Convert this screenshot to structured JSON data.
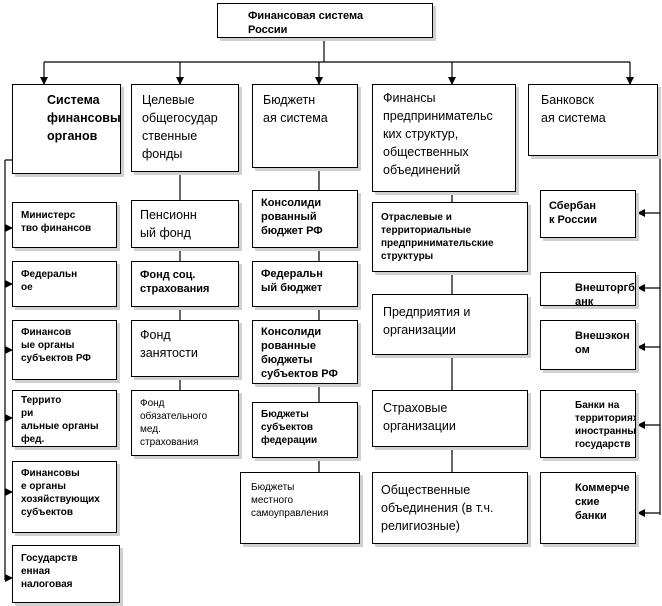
{
  "root": "Финансовая система\nРоссии",
  "col1": {
    "header": "Система\nфинансовых\nорганов",
    "items": [
      "Министерс\nтво финансов",
      "Федеральн\nое",
      "Финансов\nые органы\nсубъектов РФ",
      "Террито\nри\nальные органы\nфед.",
      "Финансовы\nе органы\nхозяйствующих\nсубъектов",
      "Государств\nенная\nналоговая"
    ]
  },
  "col2": {
    "header": "Целевые\nобщегосудар\nственные\nфонды",
    "items": [
      "Пенсионн\nый фонд",
      "Фонд соц.\nстрахования",
      "Фонд\nзанятости",
      "Фонд\nобязательного\nмед.\nстрахования"
    ]
  },
  "col3": {
    "header": "Бюджетн\nая система",
    "items": [
      "Консолиди\nрованный\nбюджет РФ",
      "Федеральн\nый бюджет",
      "Консолиди\nрованные\nбюджеты\nсубъектов РФ",
      "Бюджеты\nсубъектов\nфедерации",
      "Бюджеты\nместного\nсамоуправления"
    ]
  },
  "col4": {
    "header": "Финансы\nпредпринимательс\nких структур,\nобщественных\nобъединений",
    "items": [
      "Отраслевые и\nтерриториальные\nпредпринимательские\nструктуры",
      "Предприятия и\nорганизации",
      "Страховые\nорганизации",
      "Общественные\nобъединения (в т.ч.\nрелигиозные)"
    ]
  },
  "col5": {
    "header": "Банковск\nая система",
    "items": [
      "Сбербан\nк России",
      "Внешторгб\nанк",
      "Внешэкон\nом",
      "Банки на\nтерриториях\nиностранных\nгосударств",
      "Коммерче\nские\nбанки"
    ]
  }
}
